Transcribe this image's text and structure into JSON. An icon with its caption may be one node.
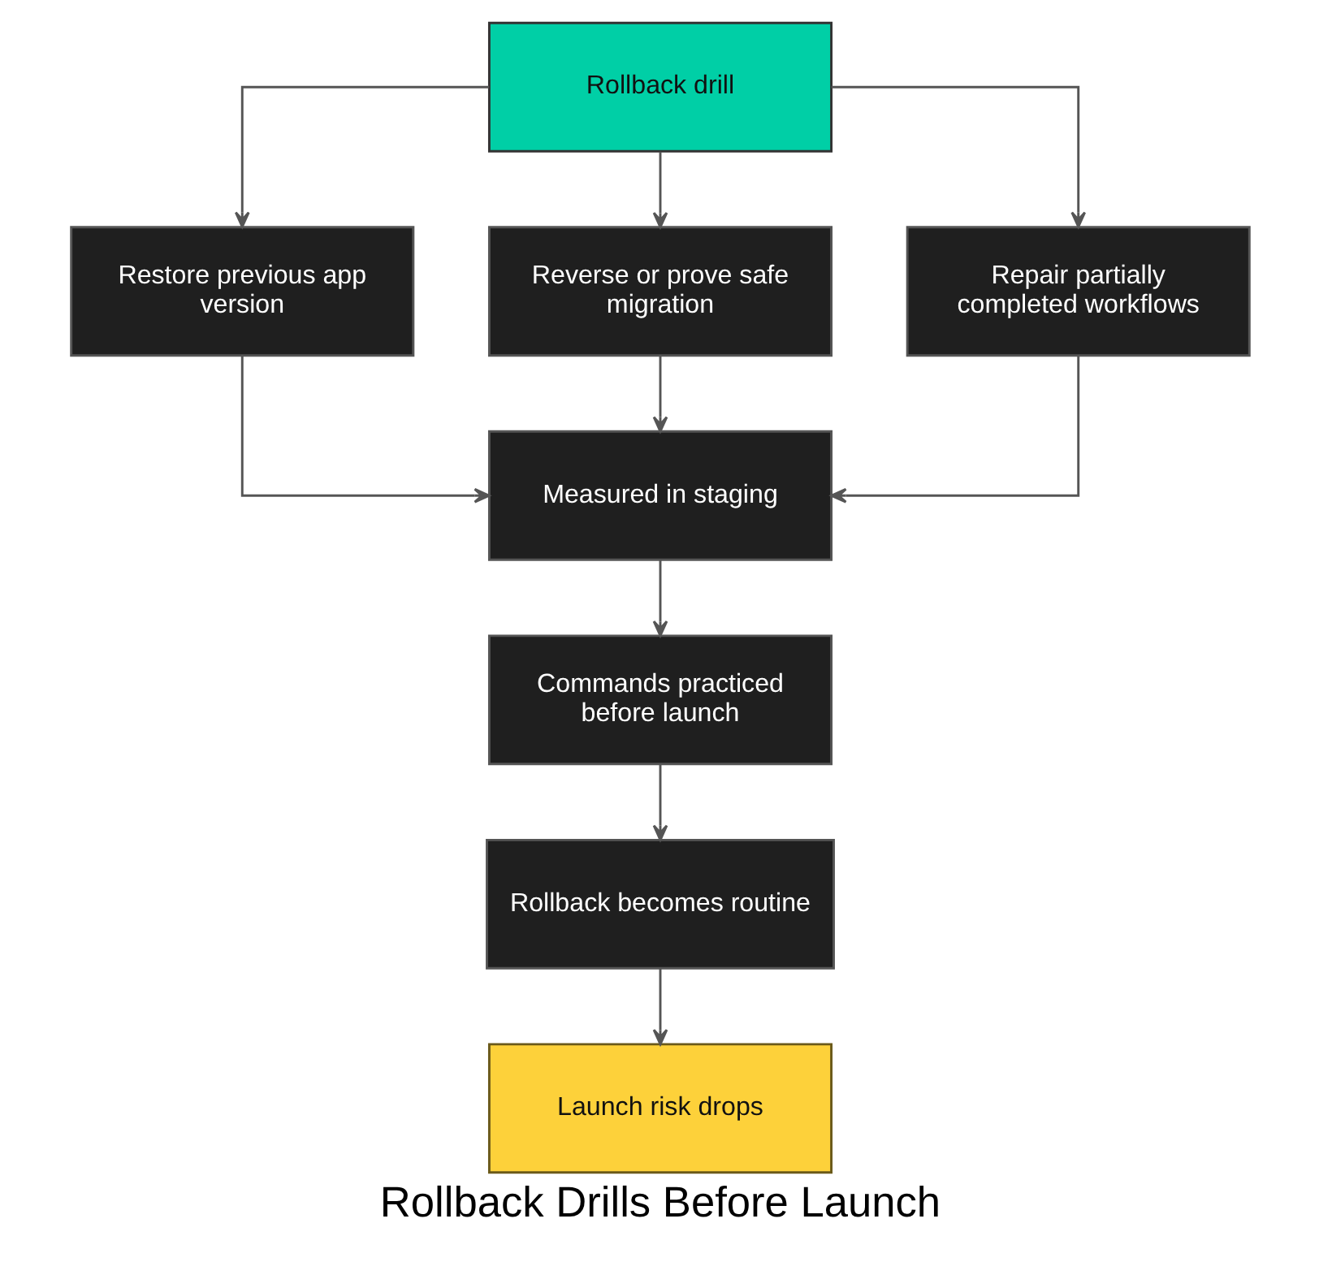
{
  "diagram": {
    "caption": "Rollback Drills Before Launch",
    "nodes": [
      {
        "text": [
          "Rollback drill"
        ]
      },
      {
        "text": [
          "Restore previous app version"
        ]
      },
      {
        "text": [
          "Reverse or prove safe migration"
        ]
      },
      {
        "text": [
          "Repair partially completed workflows"
        ]
      },
      {
        "text": [
          "Measured in staging"
        ]
      },
      {
        "text": [
          "Commands practiced before launch"
        ]
      },
      {
        "text": [
          "Rollback becomes routine"
        ]
      },
      {
        "text": [
          "Launch risk drops"
        ]
      }
    ],
    "edges": [
      {
        "from": 0,
        "to": 1,
        "arrow": "to"
      },
      {
        "from": 0,
        "to": 2,
        "arrow": "to"
      },
      {
        "from": 0,
        "to": 3,
        "arrow": "to"
      },
      {
        "from": 1,
        "to": 4,
        "arrow": "to"
      },
      {
        "from": 2,
        "to": 4,
        "arrow": "to"
      },
      {
        "from": 3,
        "to": 4,
        "arrow": "to"
      },
      {
        "from": 4,
        "to": 5,
        "arrow": "to"
      },
      {
        "from": 5,
        "to": 6,
        "arrow": "to"
      },
      {
        "from": 6,
        "to": 7,
        "arrow": "to"
      }
    ]
  }
}
